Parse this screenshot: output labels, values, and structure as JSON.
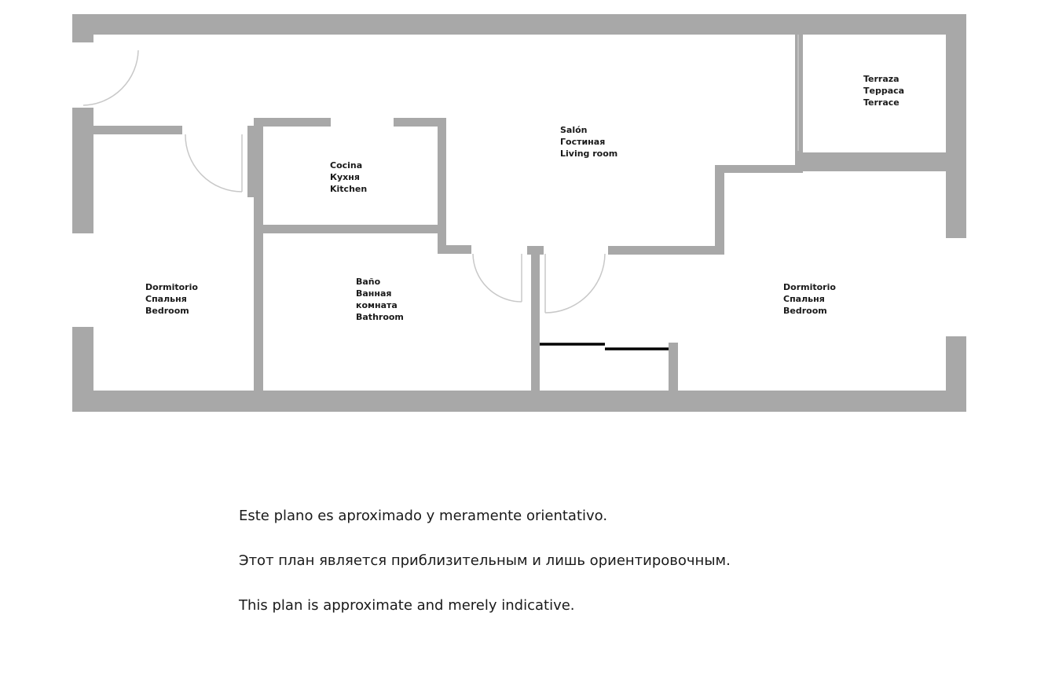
{
  "floor_plan": {
    "rooms": [
      {
        "id": "terrace",
        "lines": [
          "Terraza",
          "Терраса",
          "Terrace"
        ]
      },
      {
        "id": "living-room",
        "lines": [
          "Salón",
          "Гостиная",
          "Living room"
        ]
      },
      {
        "id": "kitchen",
        "lines": [
          "Cocina",
          "Кухня",
          "Kitchen"
        ]
      },
      {
        "id": "bedroom-left",
        "lines": [
          "Dormitorio",
          "Спальня",
          "Bedroom"
        ]
      },
      {
        "id": "bathroom",
        "lines": [
          "Baño",
          "Ванная",
          "комната",
          "Bathroom"
        ]
      },
      {
        "id": "bedroom-right",
        "lines": [
          "Dormitorio",
          "Спальня",
          "Bedroom"
        ]
      }
    ],
    "wall_color": "#a8a8a8",
    "door_arc_color": "#c8c8c8",
    "sliding_door_color": "#000000"
  },
  "disclaimer": [
    "Este plano es aproximado y meramente orientativo.",
    "Этот план является приблизительным и лишь ориентировочным.",
    "This plan is approximate and merely indicative."
  ]
}
